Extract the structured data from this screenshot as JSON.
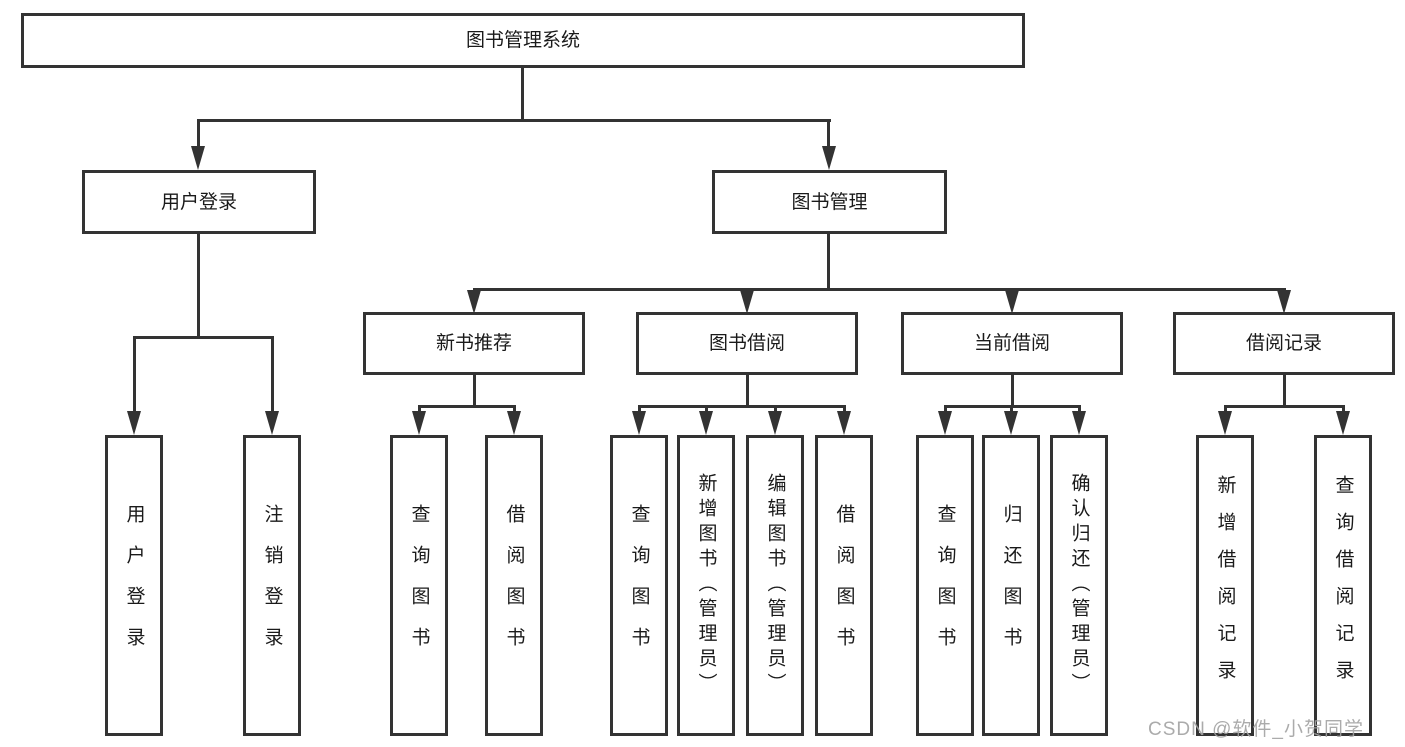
{
  "tree": {
    "root": {
      "label": "图书管理系统"
    },
    "branches": [
      {
        "label": "用户登录",
        "children": [
          {
            "label": "用户登录"
          },
          {
            "label": "注销登录"
          }
        ]
      },
      {
        "label": "图书管理",
        "groups": [
          {
            "label": "新书推荐",
            "children": [
              {
                "label": "查询图书"
              },
              {
                "label": "借阅图书"
              }
            ]
          },
          {
            "label": "图书借阅",
            "children": [
              {
                "label": "查询图书"
              },
              {
                "label": "新增图书（管理员）"
              },
              {
                "label": "编辑图书（管理员）"
              },
              {
                "label": "借阅图书"
              }
            ]
          },
          {
            "label": "当前借阅",
            "children": [
              {
                "label": "查询图书"
              },
              {
                "label": "归还图书"
              },
              {
                "label": "确认归还（管理员）"
              }
            ]
          },
          {
            "label": "借阅记录",
            "children": [
              {
                "label": "新增借阅记录"
              },
              {
                "label": "查询借阅记录"
              }
            ]
          }
        ]
      }
    ]
  },
  "watermark": {
    "text": "CSDN @软件_小贺同学",
    "color": "#a3a3a3"
  },
  "colors": {
    "line": "#333333",
    "box_border": "#333333",
    "text": "#1a1a1a",
    "background": "#ffffff"
  }
}
